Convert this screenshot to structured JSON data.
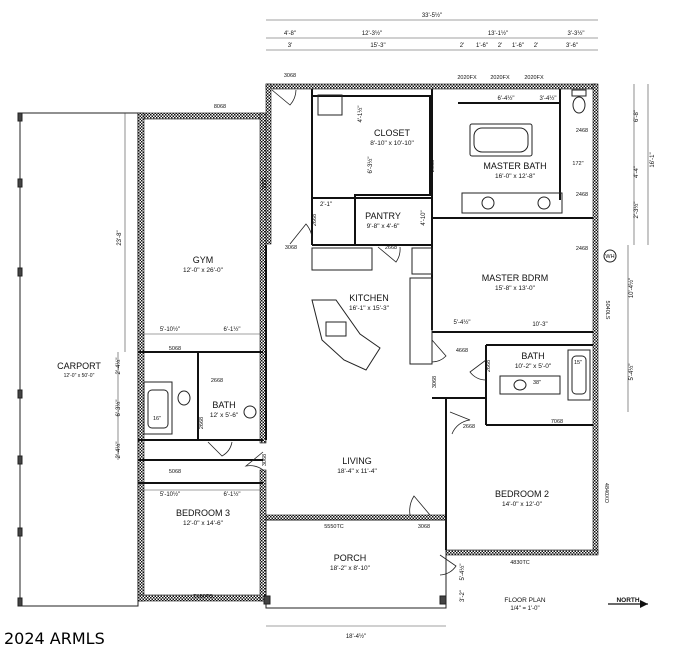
{
  "rooms": {
    "carport": {
      "name": "CARPORT",
      "dim": "12'-0\" x 50'-0\""
    },
    "gym": {
      "name": "GYM",
      "dim": "12'-0\" x 26'-0\""
    },
    "closet": {
      "name": "CLOSET",
      "dim": "8'-10\" x 10'-10\""
    },
    "pantry": {
      "name": "PANTRY",
      "dim": "9'-8\" x 4'-6\""
    },
    "master_bath": {
      "name": "MASTER BATH",
      "dim": "16'-0\" x 12'-8\""
    },
    "master_bdrm": {
      "name": "MASTER BDRM",
      "dim": "15'-8\" x 13'-0\""
    },
    "kitchen": {
      "name": "KITCHEN",
      "dim": "16'-1\" x 15'-3\""
    },
    "bath_left": {
      "name": "BATH",
      "dim": "12' x 5'-6\""
    },
    "bath_right": {
      "name": "BATH",
      "dim": "10'-2\" x 5'-0\""
    },
    "living": {
      "name": "LIVING",
      "dim": "18'-4\" x 11'-4\""
    },
    "bedroom2": {
      "name": "BEDROOM 2",
      "dim": "14'-0\" x 12'-0\""
    },
    "bedroom3": {
      "name": "BEDROOM 3",
      "dim": "12'-0\" x 14'-6\""
    },
    "porch": {
      "name": "PORCH",
      "dim": "18'-2\" x 8'-10\""
    }
  },
  "tags": {
    "t8068": "8068",
    "t3068_top": "3068",
    "t3068_gym": "3068",
    "t3068_k": "3068",
    "t2668_cl": "2668",
    "t2668_k": "2668",
    "t2668_p": "2668",
    "t2468_a": "2468",
    "t2468_b": "2468",
    "t2468_c": "2468",
    "t2020a": "2020FX",
    "t2020b": "2020FX",
    "t2020c": "2020FX",
    "t5068_a": "5068",
    "t5068_b": "5068",
    "t2668_b1": "2668",
    "t2668_b2": "2668",
    "t3068_l": "3068",
    "t3068_liv": "3068",
    "t4668": "4668",
    "t2668_mb": "2668",
    "t2668_bd2": "2668",
    "t7068": "7068",
    "t5040": "5040LS",
    "t4840": "4840XO",
    "t4830tc": "4830TC",
    "t5550tc": "5550TC",
    "t3068_f": "3068",
    "t7150": "T150TS",
    "t_wh": "WH",
    "t38": "38\"",
    "t15": "15\"",
    "t172": "172\"",
    "t16": "16\""
  },
  "dims": {
    "overall_top": "33'-5½\"",
    "top_a": "4'-8\"",
    "top_b": "12'-3½\"",
    "top_c": "13'-1½\"",
    "top_d": "3'-3½\"",
    "sub_a": "3'",
    "sub_b": "15'-3\"",
    "sub_c": "2'",
    "sub_d": "1'-6\"",
    "sub_e": "2'",
    "sub_f": "1'-6\"",
    "sub_g": "2'",
    "sub_h": "3'-6\"",
    "right_a": "6'-8\"",
    "right_b": "16'-1\"",
    "right_c": "4'-4\"",
    "right_d": "2'-3½\"",
    "right_e": "10'-4½\"",
    "right_f": "5'-4½\"",
    "left_carport": "23'-8\"",
    "bath_w1": "5'-10½\"",
    "bath_w2": "6'-1½\"",
    "bed3_w1": "5'-10½\"",
    "bed3_w2": "6'-1½\"",
    "bath_h1": "2'-4½\"",
    "bath_h2": "6'-3½\"",
    "bath_h3": "2'-4½\"",
    "mb_a": "6'-4½\"",
    "mb_b": "3'-4½\"",
    "cl_a": "4'-1½\"",
    "cl_b": "6'-3½\"",
    "pantry_a": "2'-1\"",
    "pantry_b": "4'-10\"",
    "bath2_a": "5'-4½\"",
    "bath2_b": "10'-3\"",
    "bottom": "18'-4½\"",
    "porch_side": "5'-4½\"",
    "door_side": "3'-2\""
  },
  "legend": {
    "floor_plan": "FLOOR PLAN",
    "scale": "1/4\" = 1'-0\"",
    "north": "NORTH"
  },
  "watermark": "2024 ARMLS"
}
